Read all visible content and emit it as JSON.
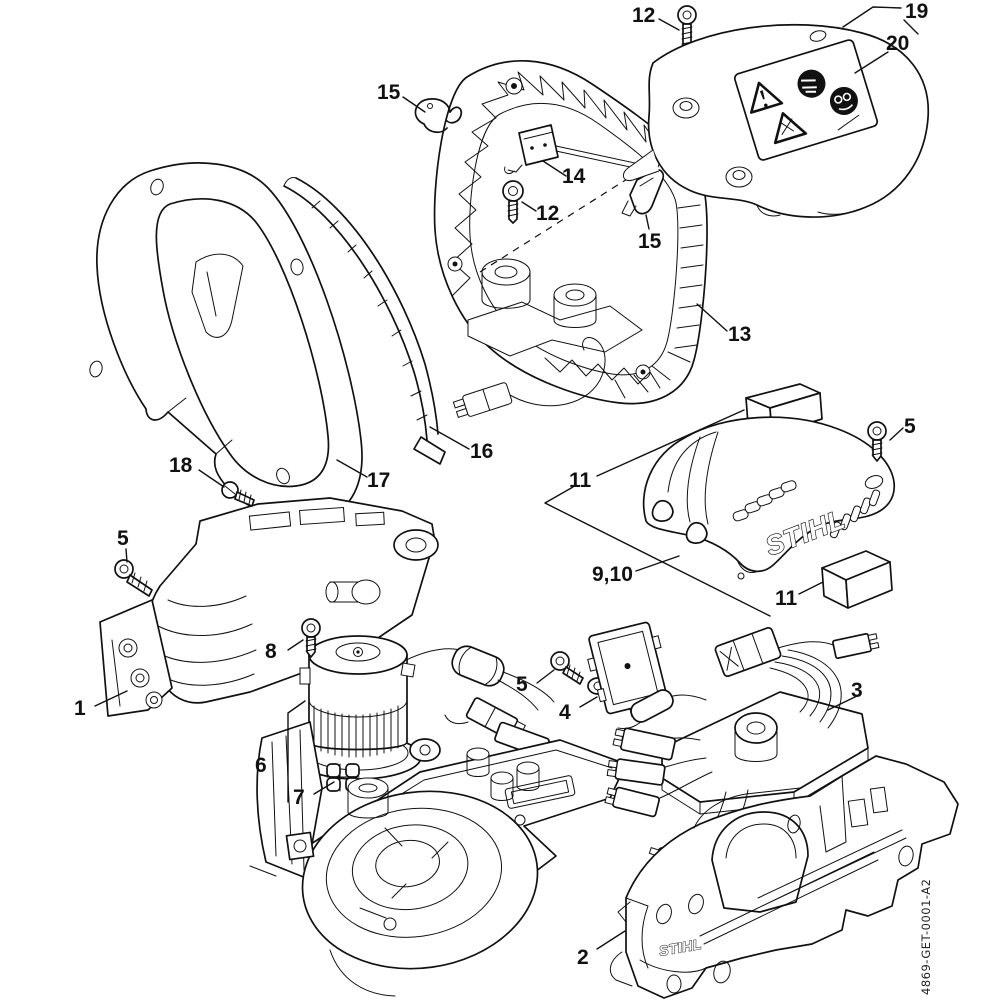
{
  "diagram": {
    "kind": "exploded-parts-diagram",
    "drawing_number": "4869-GET-0001-A2",
    "ink_color": "#111111",
    "background_color": "#ffffff"
  },
  "brand": {
    "cover_logo": "STIHL",
    "housing_logo": "STIHL"
  },
  "warning_label": {
    "icons": [
      "warning-triangle-icon",
      "read-manual-icon",
      "blade-hazard-triangle-icon",
      "eye-ear-protection-icon"
    ]
  },
  "callouts": [
    {
      "id": "screw-top",
      "label": "12"
    },
    {
      "id": "top-cover",
      "label": "19"
    },
    {
      "id": "warning-label",
      "label": "20"
    },
    {
      "id": "hook-upper",
      "label": "15"
    },
    {
      "id": "switch-plate",
      "label": "14"
    },
    {
      "id": "screw-frame",
      "label": "12"
    },
    {
      "id": "clip-right",
      "label": "15"
    },
    {
      "id": "frame",
      "label": "13"
    },
    {
      "id": "liner-strip",
      "label": "16"
    },
    {
      "id": "loop-handle",
      "label": "17"
    },
    {
      "id": "screw-handle",
      "label": "18"
    },
    {
      "id": "screw-housing-left",
      "label": "5"
    },
    {
      "id": "handle-housing",
      "label": "1"
    },
    {
      "id": "screw-motor",
      "label": "8"
    },
    {
      "id": "motor",
      "label": "6"
    },
    {
      "id": "coupler",
      "label": "7"
    },
    {
      "id": "foam-upper",
      "label": "11"
    },
    {
      "id": "motor-cover",
      "label": "9,10"
    },
    {
      "id": "foam-lower",
      "label": "11"
    },
    {
      "id": "screw-cover",
      "label": "5"
    },
    {
      "id": "screw-module",
      "label": "5"
    },
    {
      "id": "module",
      "label": "4"
    },
    {
      "id": "control-unit",
      "label": "3"
    },
    {
      "id": "housing-bottom",
      "label": "2"
    }
  ]
}
